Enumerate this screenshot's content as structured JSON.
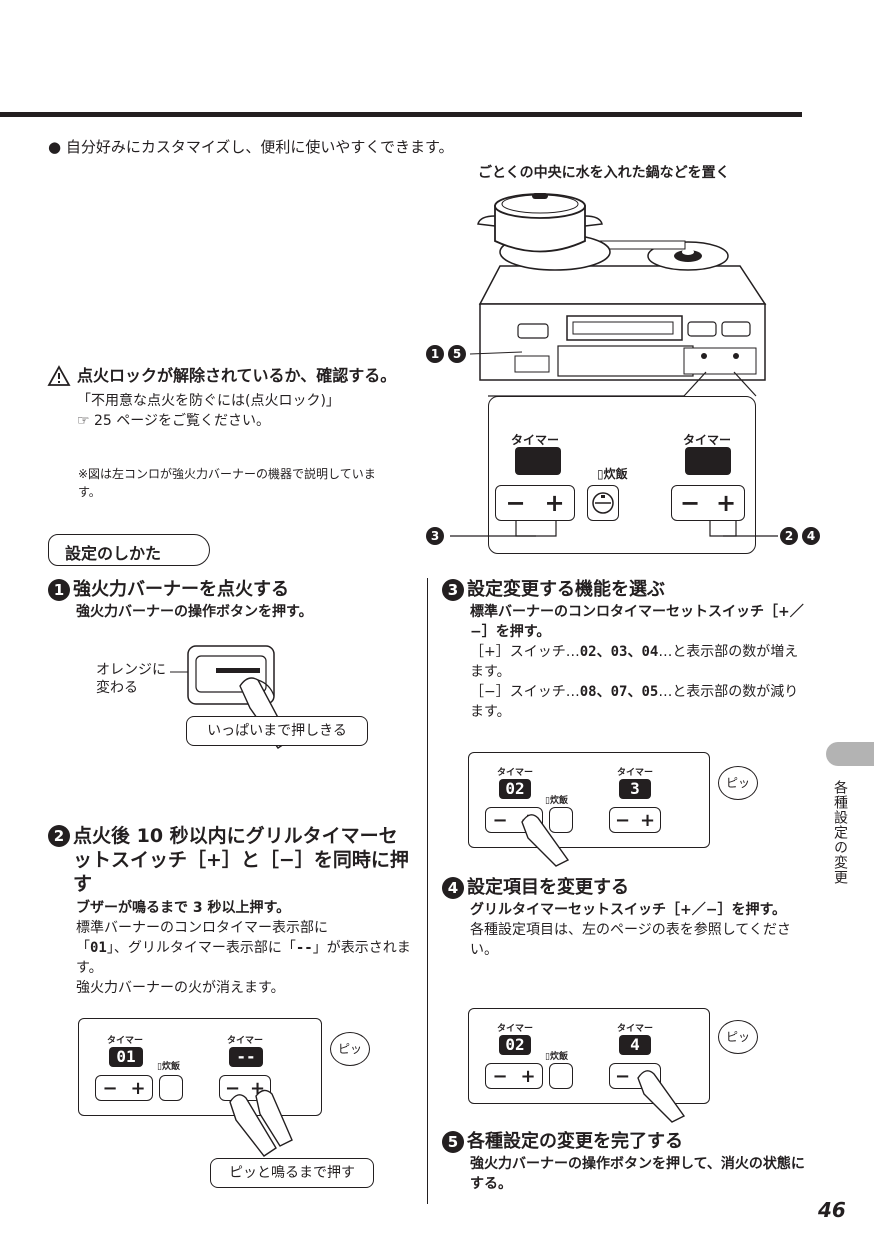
{
  "intro": "● 自分好みにカスタマイズし、便利に使いやすくできます。",
  "pot_caption": "ごとくの中央に水を入れた鍋などを置く",
  "warning": {
    "title": "点火ロックが解除されているか、確認する。",
    "line1": "「不用意な点火を防ぐには(点火ロック)」",
    "line2": "☞ 25 ページをご覧ください。"
  },
  "note": "※図は左コンロが強火力バーナーの機器で説明しています。",
  "howto_label": "設定のしかた",
  "control_panel": {
    "timer_left": "タイマー",
    "timer_right": "タイマー",
    "rice": "炊飯",
    "minus": "−",
    "plus": "+",
    "callout_left": "3",
    "callout_right": "2 4",
    "callout_stove": "1 5"
  },
  "steps": [
    {
      "num": "1",
      "title": "強火力バーナーを点火する",
      "sub": "強火力バーナーの操作ボタンを押す。",
      "fig_label1": "オレンジに",
      "fig_label2": "変わる",
      "fig_callout": "いっぱいまで押しきる"
    },
    {
      "num": "2",
      "title": "点火後 10 秒以内にグリルタイマーセットスイッチ［+］と［−］を同時に押す",
      "sub": "ブザーが鳴るまで 3 秒以上押す。",
      "body1": "標準バーナーのコンロタイマー表示部に",
      "body2a": "「",
      "seg1": "01",
      "body2b": "」、グリルタイマー表示部に「",
      "seg2": "--",
      "body2c": "」が表示されます。",
      "body3": "強火力バーナーの火が消えます。",
      "disp_left": "01",
      "disp_right": "--",
      "beep": "ピッ",
      "fig_callout": "ピッと鳴るまで押す"
    },
    {
      "num": "3",
      "title": "設定変更する機能を選ぶ",
      "sub": "標準バーナーのコンロタイマーセットスイッチ［+／−］を押す。",
      "body1a": "［+］スイッチ…",
      "segs1": "02、03、04",
      "body1b": "…と表示部の数が増えます。",
      "body2a": "［−］スイッチ…",
      "segs2": "08、07、05",
      "body2b": "…と表示部の数が減ります。",
      "disp_left": "02",
      "disp_right": "3",
      "beep": "ピッ"
    },
    {
      "num": "4",
      "title": "設定項目を変更する",
      "sub": "グリルタイマーセットスイッチ［+／−］を押す。",
      "body": "各種設定項目は、左のページの表を参照してください。",
      "disp_left": "02",
      "disp_right": "4",
      "beep": "ピッ"
    },
    {
      "num": "5",
      "title": "各種設定の変更を完了する",
      "sub": "強火力バーナーの操作ボタンを押して、消火の状態にする。"
    }
  ],
  "side_tab": "各種設定の変更",
  "page_number": "46"
}
